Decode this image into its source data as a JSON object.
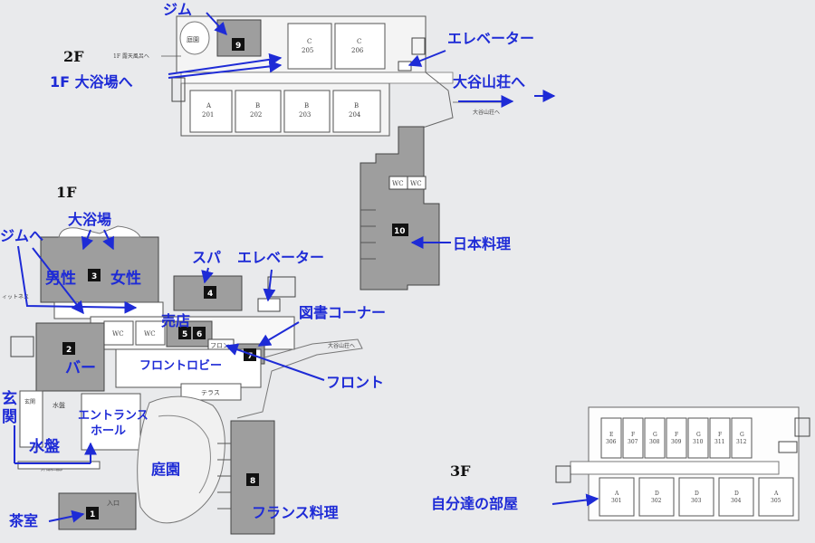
{
  "floors": {
    "f2": "2F",
    "f1": "1F",
    "f3": "3F"
  },
  "callouts": {
    "gym": "ジム",
    "elevator_2f": "エレベーター",
    "to_bath_1f": "1F 大浴場へ",
    "to_otaniso": "大谷山荘へ",
    "big_bath": "大浴場",
    "to_gym": "ジムへ",
    "men": "男性",
    "women": "女性",
    "spa": "スパ",
    "elevator_1f": "エレベーター",
    "library": "図書コーナー",
    "shop": "売店",
    "bar": "バー",
    "front_lobby": "フロントロビー",
    "front": "フロント",
    "genkan": "玄関",
    "entrance_hall": "エントランスホール",
    "water_basin": "水盤",
    "garden": "庭園",
    "tea_room": "茶室",
    "japanese_cuisine": "日本料理",
    "french_cuisine": "フランス料理",
    "our_room": "自分達の部屋"
  },
  "map_labels": {
    "niwa": "庭園",
    "outdoor_bath_1f": "1F 露天風呂へ",
    "otaniso_small": "大谷山荘へ",
    "otaniso_small_1f": "大谷山荘へ",
    "wc": "WC",
    "terrace": "テラス",
    "genkan_small": "玄関",
    "suiban_small": "水盤",
    "front_small": "フロン",
    "entrance_small": "入口",
    "fitness_small": "ィットネス",
    "sotosanpo": "外部回廊"
  },
  "rooms_2f_top": [
    {
      "type": "C",
      "no": "205"
    },
    {
      "type": "C",
      "no": "206"
    }
  ],
  "rooms_2f_bottom": [
    {
      "type": "A",
      "no": "201"
    },
    {
      "type": "B",
      "no": "202"
    },
    {
      "type": "B",
      "no": "203"
    },
    {
      "type": "B",
      "no": "204"
    }
  ],
  "rooms_3f_top": [
    {
      "type": "E",
      "no": "306"
    },
    {
      "type": "F",
      "no": "307"
    },
    {
      "type": "G",
      "no": "308"
    },
    {
      "type": "F",
      "no": "309"
    },
    {
      "type": "G",
      "no": "310"
    },
    {
      "type": "F",
      "no": "311"
    },
    {
      "type": "G",
      "no": "312"
    }
  ],
  "rooms_3f_bottom": [
    {
      "type": "A",
      "no": "301"
    },
    {
      "type": "D",
      "no": "302"
    },
    {
      "type": "D",
      "no": "303"
    },
    {
      "type": "D",
      "no": "304"
    },
    {
      "type": "A",
      "no": "305"
    }
  ],
  "markers": [
    "1",
    "2",
    "3",
    "4",
    "5",
    "6",
    "7",
    "8",
    "9",
    "10"
  ],
  "colors": {
    "annotation": "#1e2bd6",
    "shaded": "#9e9e9e",
    "marker_bg": "#111111"
  }
}
